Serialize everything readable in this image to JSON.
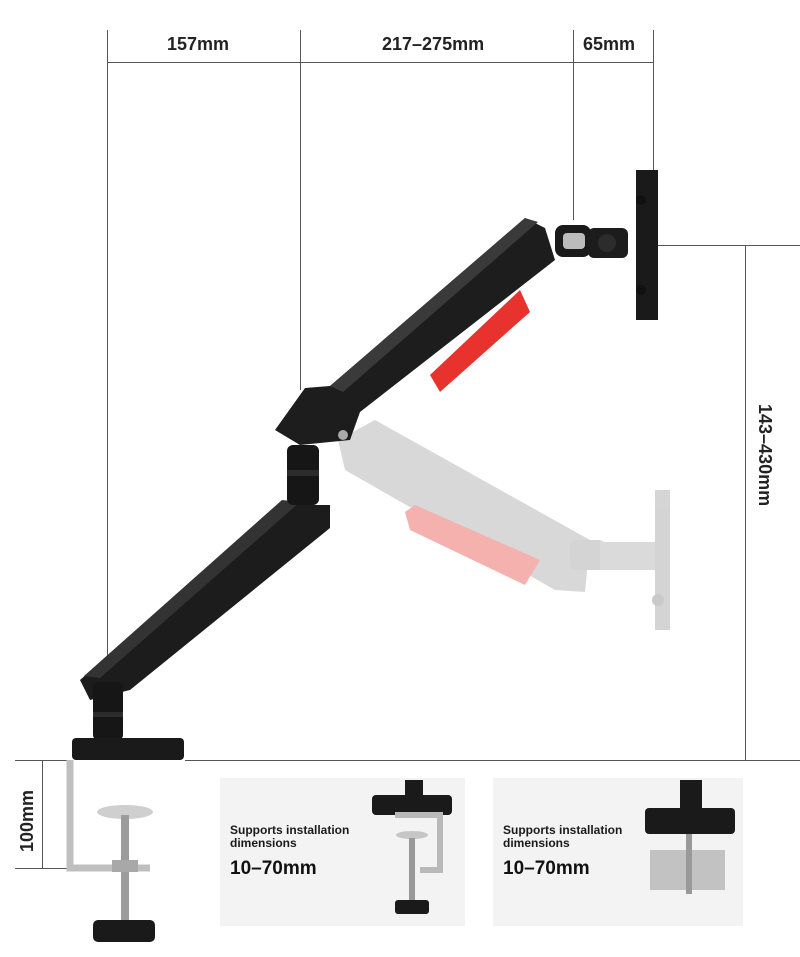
{
  "dimensions": {
    "reach_base": "157mm",
    "reach_arm": "217–275mm",
    "reach_head": "65mm",
    "height_range": "143–430mm",
    "clamp_depth": "100mm"
  },
  "panels": [
    {
      "title": "Supports installation dimensions",
      "range": "10–70mm"
    },
    {
      "title": "Supports installation dimensions",
      "range": "10–70mm"
    }
  ],
  "colors": {
    "arm": "#1c1c1c",
    "accent": "#e8322d",
    "ghost": "#cfcfcf",
    "ghost_accent": "#f2a7a4",
    "line": "#555555"
  }
}
